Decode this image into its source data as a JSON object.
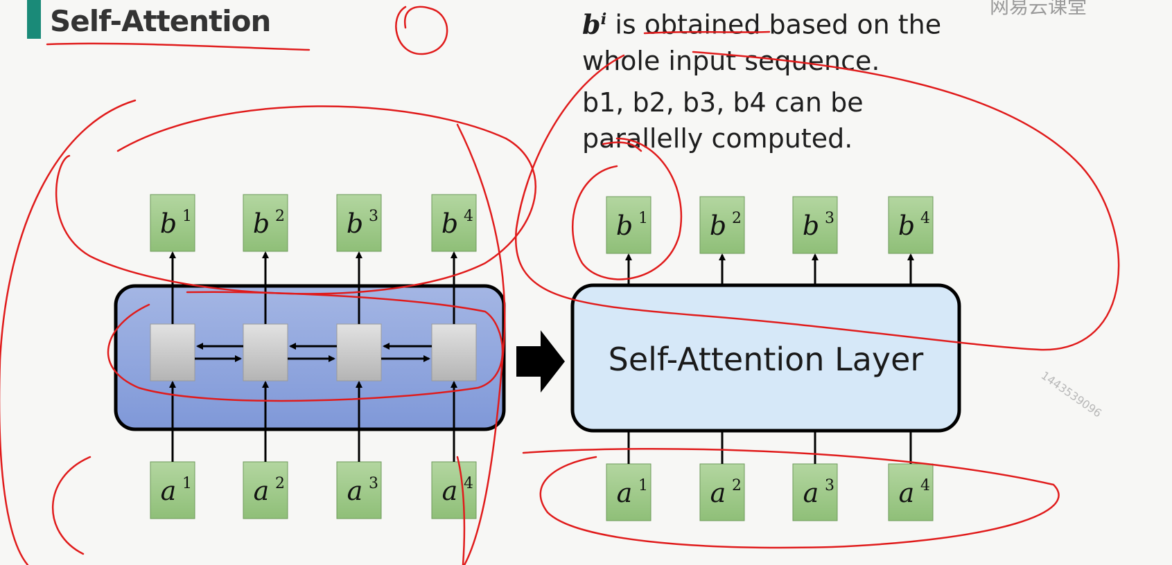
{
  "title": "Self-Attention",
  "watermark": "网易云课堂",
  "video_id": "1443539096",
  "desc1": {
    "var": "b",
    "sup": "i",
    "text": " is obtained based on the whole input sequence."
  },
  "desc2": {
    "text": "b1, b2, b3, b4 can be parallelly computed."
  },
  "left_diagram": {
    "outputs": [
      {
        "base": "b",
        "sup": "1"
      },
      {
        "base": "b",
        "sup": "2"
      },
      {
        "base": "b",
        "sup": "3"
      },
      {
        "base": "b",
        "sup": "4"
      }
    ],
    "inputs": [
      {
        "base": "a",
        "sup": "1"
      },
      {
        "base": "a",
        "sup": "2"
      },
      {
        "base": "a",
        "sup": "3"
      },
      {
        "base": "a",
        "sup": "4"
      }
    ]
  },
  "right_diagram": {
    "layer_label": "Self-Attention Layer",
    "outputs": [
      {
        "base": "b",
        "sup": "1"
      },
      {
        "base": "b",
        "sup": "2"
      },
      {
        "base": "b",
        "sup": "3"
      },
      {
        "base": "b",
        "sup": "4"
      }
    ],
    "inputs": [
      {
        "base": "a",
        "sup": "1"
      },
      {
        "base": "a",
        "sup": "2"
      },
      {
        "base": "a",
        "sup": "3"
      },
      {
        "base": "a",
        "sup": "4"
      }
    ]
  },
  "colors": {
    "accent": "#1a8a78",
    "token_box": "#9fca8a",
    "rnn_block": "#8fa6dc",
    "attn_block": "#d6e8f8",
    "annotation": "#e01b1b"
  }
}
